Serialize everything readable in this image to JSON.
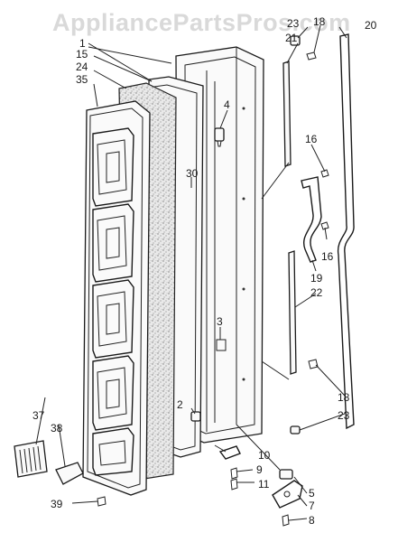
{
  "watermark": "AppliancePartsPros.com",
  "callouts": [
    "1",
    "2",
    "3",
    "4",
    "5",
    "7",
    "8",
    "9",
    "10",
    "11",
    "15",
    "16",
    "16",
    "18",
    "18",
    "19",
    "20",
    "21",
    "22",
    "23",
    "23",
    "24",
    "30",
    "35",
    "37",
    "38",
    "39"
  ]
}
